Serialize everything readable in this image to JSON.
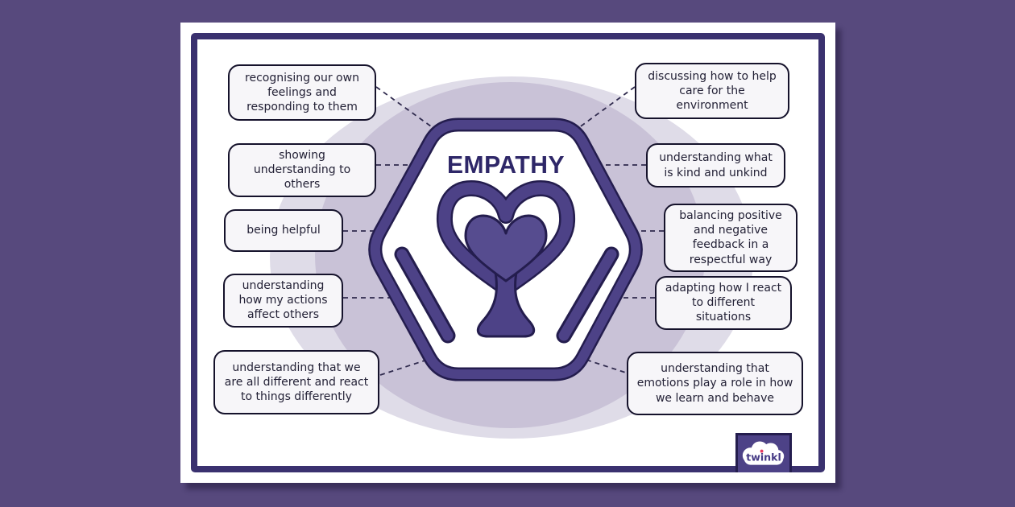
{
  "poster": {
    "title": "EMPATHY",
    "left_items": [
      "recognising our own feelings and responding to them",
      "showing understanding to others",
      "being helpful",
      "understanding how my actions affect others",
      "understanding that we are all different and react to things differently"
    ],
    "right_items": [
      "discussing how to help care for the environment",
      "understanding what is kind and unkind",
      "balancing positive and negative feedback in a respectful way",
      "adapting how I react to different situations",
      "understanding that emotions play a role in how we learn and behave"
    ],
    "footer": {
      "brand": "twinkl"
    },
    "icons": {
      "center_icon": "heart-in-hands-icon",
      "brand_icon": "twinkl-cloud-icon"
    },
    "colors": {
      "page_background": "#57497d",
      "frame": "#3a316f",
      "accent_purple": "#4d4287",
      "accent_dark": "#241d4e",
      "ellipse_outer": "#dfdce8",
      "ellipse_inner": "#c9c2d7",
      "box_background": "#f7f6f9",
      "box_border": "#15122b",
      "box_text": "#232136",
      "title_color": "#2e2768",
      "twinkl_dot": "#e83a5f"
    }
  }
}
